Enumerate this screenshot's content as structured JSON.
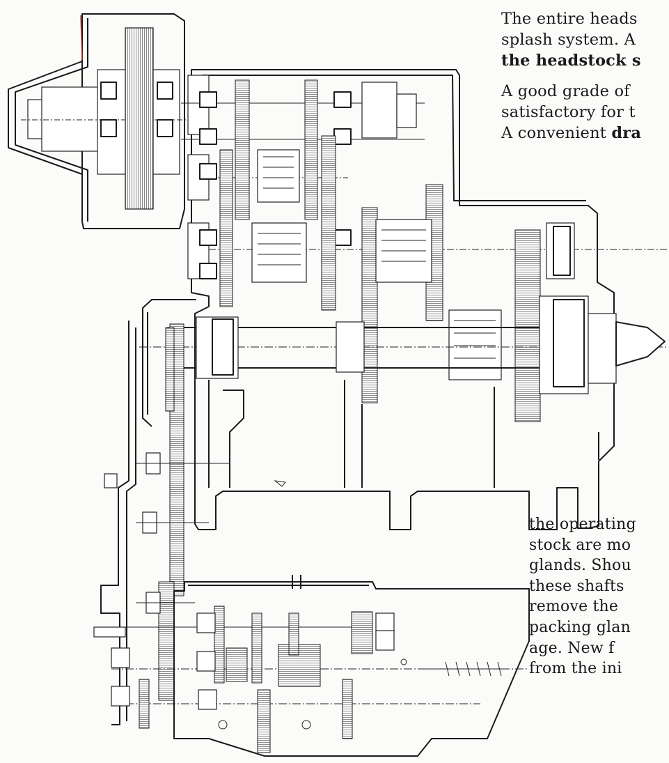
{
  "text_top": [
    {
      "text": "The entire heads",
      "bold": false
    },
    {
      "text": "splash system.  A",
      "bold": false
    },
    {
      "text": "the headstock s",
      "bold": true
    },
    {
      "text": "A good grade of",
      "bold": false
    },
    {
      "text": "satisfactory for t",
      "bold": false
    },
    {
      "pre": "A convenient ",
      "bold_part": "dra"
    }
  ],
  "text_bottom": [
    "the operating",
    "stock are mo",
    "glands. Shou",
    "these shafts",
    "remove the",
    "packing glan",
    "age.   New f",
    "from the ini"
  ],
  "colors": {
    "ink": "#1b1b1b",
    "paper": "#fbfbf9",
    "hatch": "#5a5a5a"
  }
}
